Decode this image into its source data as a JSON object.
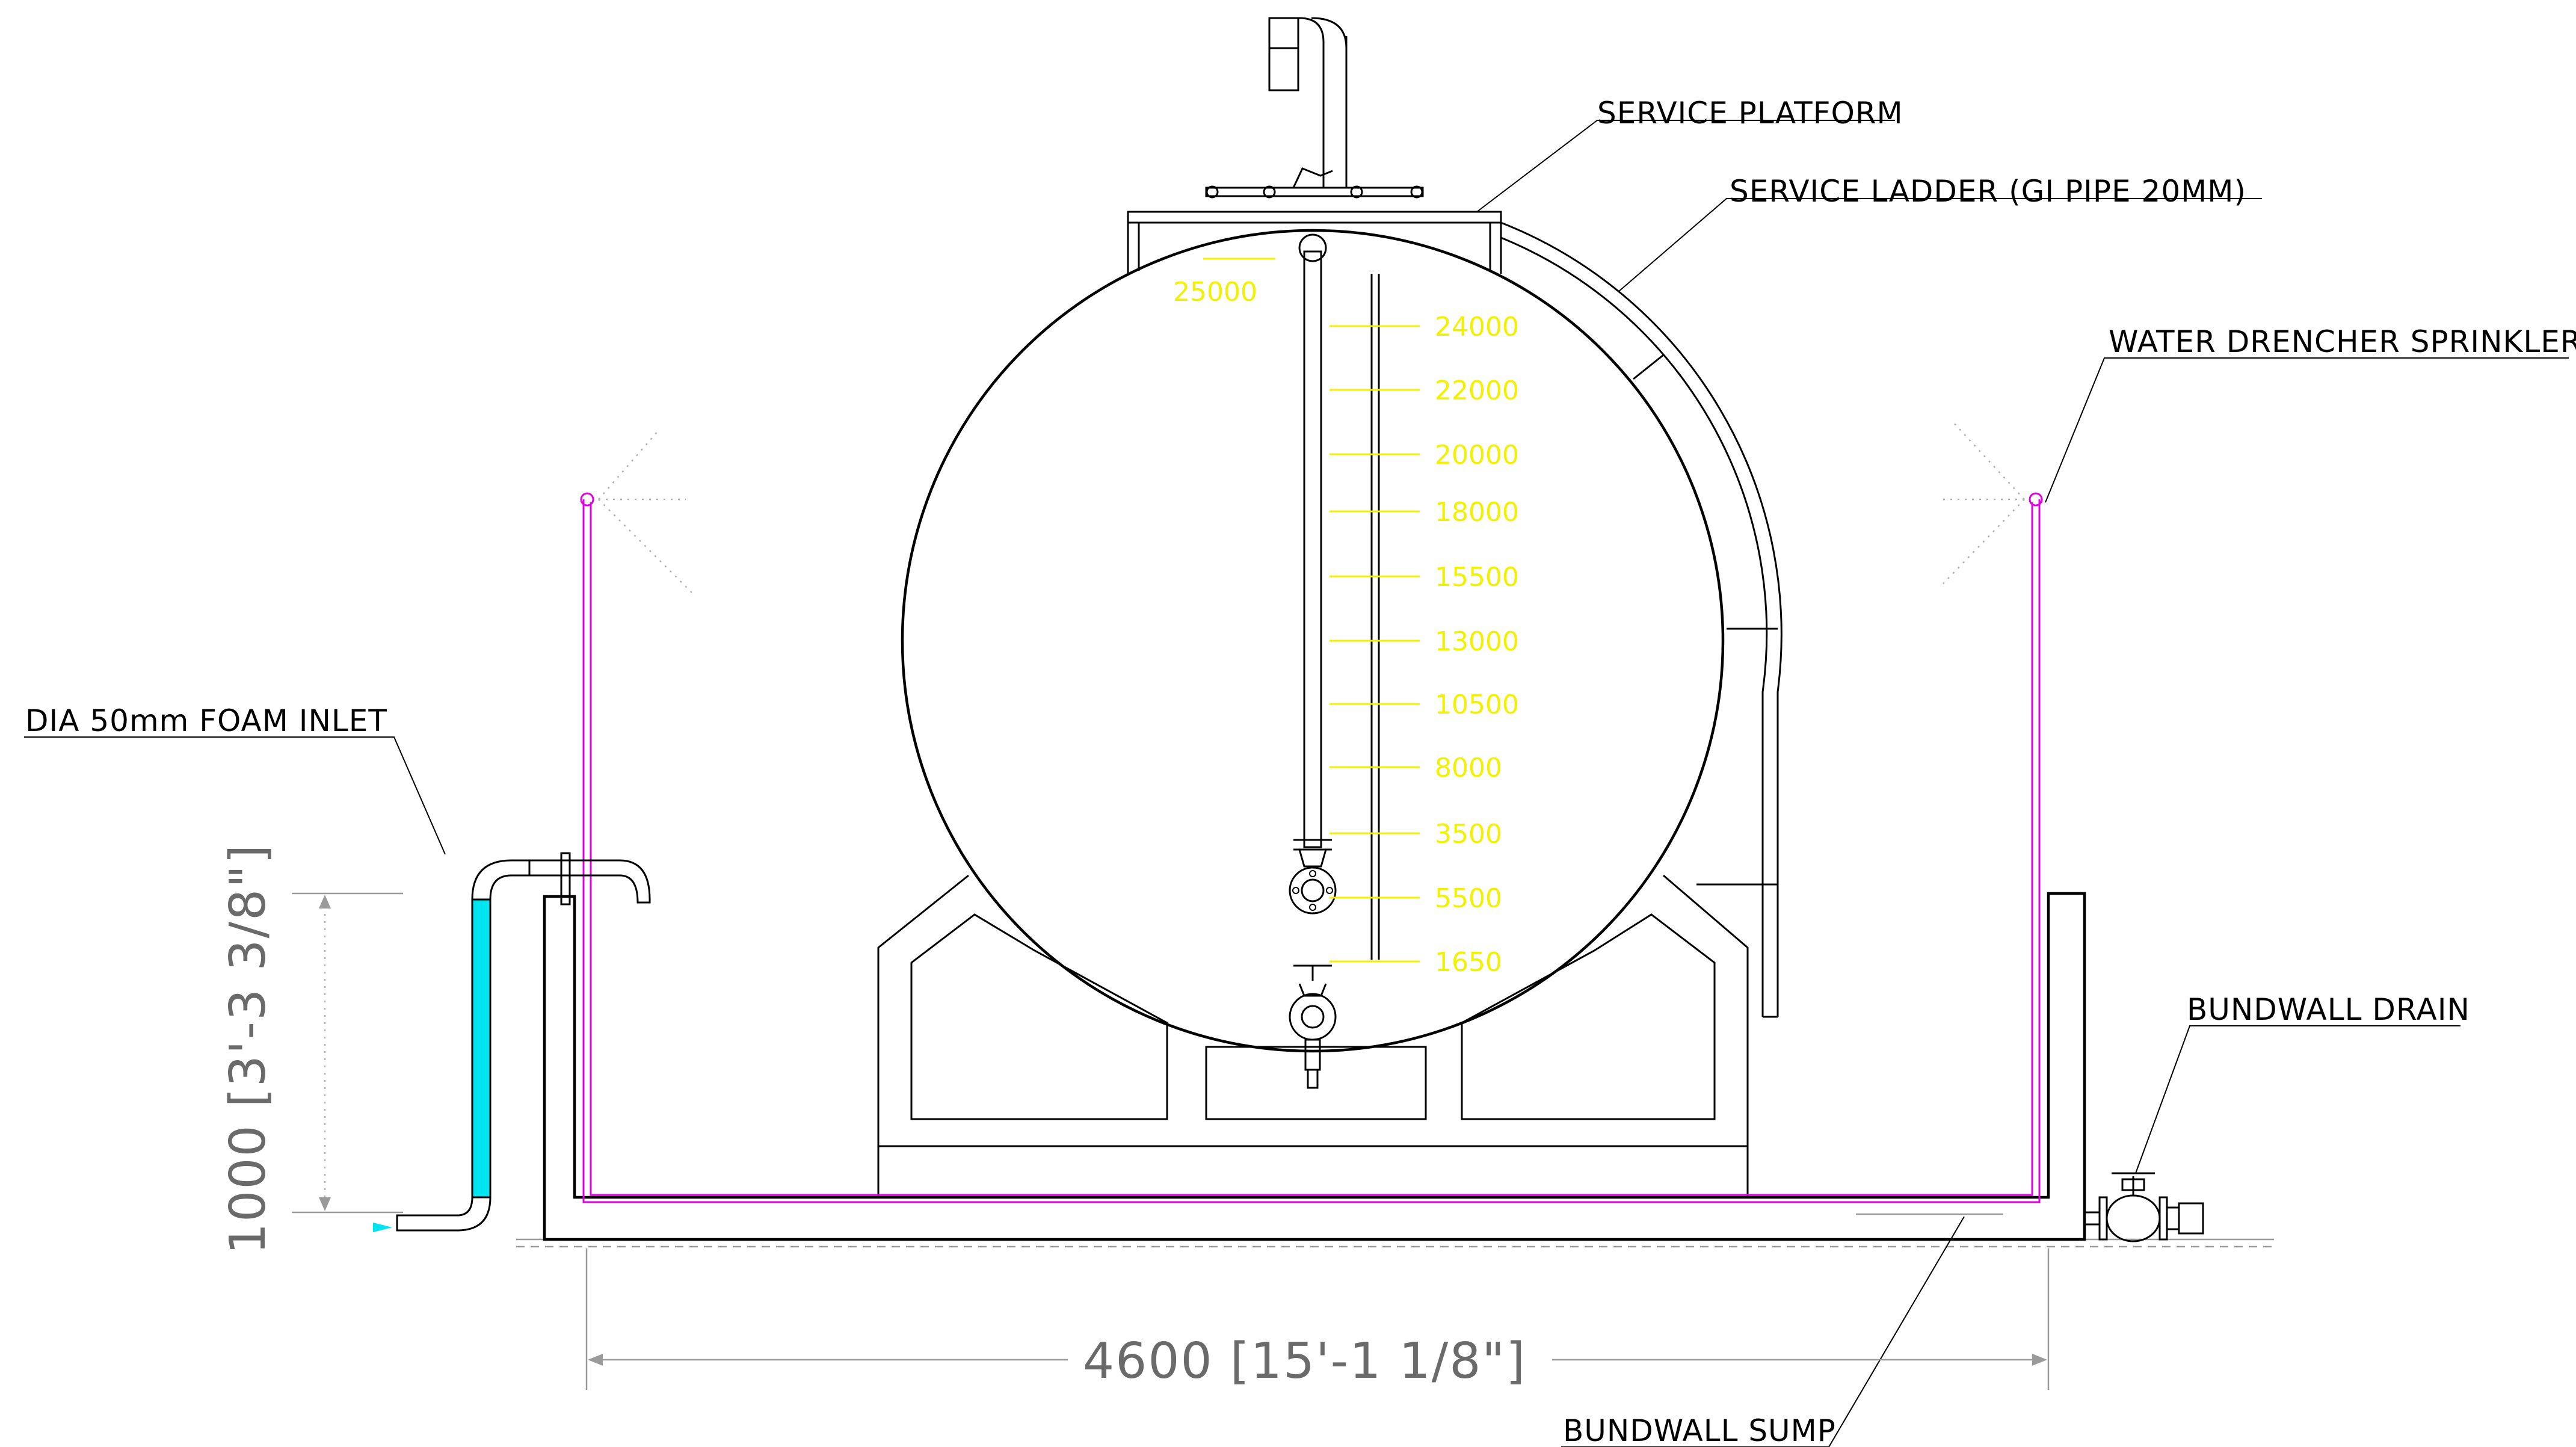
{
  "labels": {
    "service_platform": "SERVICE PLATFORM",
    "service_ladder": "SERVICE LADDER (GI PIPE 20MM)",
    "water_drencher": "WATER DRENCHER SPRINKLER",
    "foam_inlet": "DIA 50mm FOAM INLET",
    "bundwall_drain": "BUNDWALL DRAIN",
    "bundwall_sump": "BUNDWALL SUMP"
  },
  "dimensions": {
    "height": "1000 [3'-3 3/8\"]",
    "width": "4600 [15'-1 1/8\"]"
  },
  "level_scale": {
    "top_mark": "25000",
    "marks": [
      "24000",
      "22000",
      "20000",
      "18000",
      "15500",
      "13000",
      "10500",
      "8000",
      "3500",
      "5500",
      "1650"
    ]
  },
  "colors": {
    "sprinkler_line": "#e000e0",
    "level_scale": "#f2f200",
    "foam_inlet_fill": "#00e5f0",
    "linework": "#000000",
    "dimension_text": "#6a6a6a"
  }
}
